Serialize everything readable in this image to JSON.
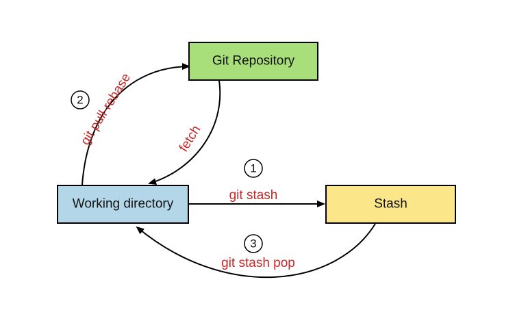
{
  "colors": {
    "repository_fill": "#a9df7a",
    "working_fill": "#b3d7e8",
    "stash_fill": "#fbe68a",
    "stroke": "#000000",
    "label": "#c62828"
  },
  "nodes": {
    "repository": {
      "label": "Git Repository"
    },
    "working_directory": {
      "label": "Working directory"
    },
    "stash": {
      "label": "Stash"
    }
  },
  "edges": {
    "pull_rebase": {
      "label": "git pull-rebase",
      "step": "2"
    },
    "fetch": {
      "label": "fetch"
    },
    "stash": {
      "label": "git stash",
      "step": "1"
    },
    "stash_pop": {
      "label": "git stash pop",
      "step": "3"
    }
  }
}
